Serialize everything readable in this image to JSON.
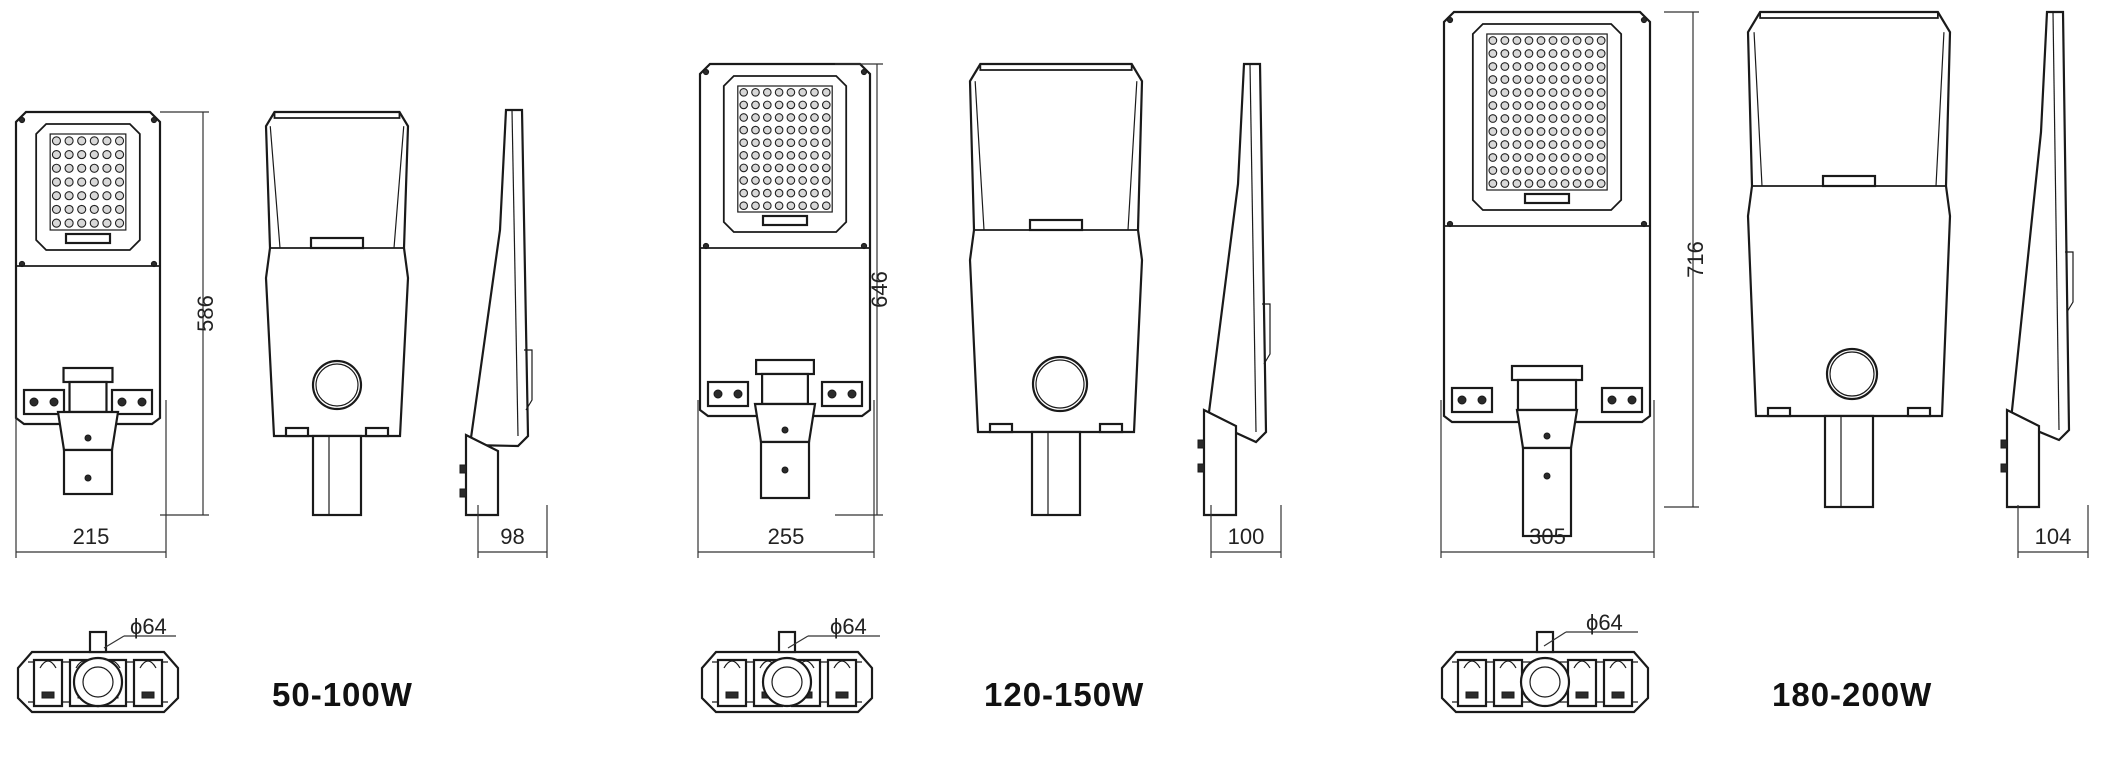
{
  "models": [
    {
      "wattage": "50-100W",
      "width": "215",
      "height": "586",
      "depth": "98",
      "diameter": "ϕ64"
    },
    {
      "wattage": "120-150W",
      "width": "255",
      "height": "646",
      "depth": "100",
      "diameter": "ϕ64"
    },
    {
      "wattage": "180-200W",
      "width": "305",
      "height": "716",
      "depth": "104",
      "diameter": "ϕ64"
    }
  ]
}
